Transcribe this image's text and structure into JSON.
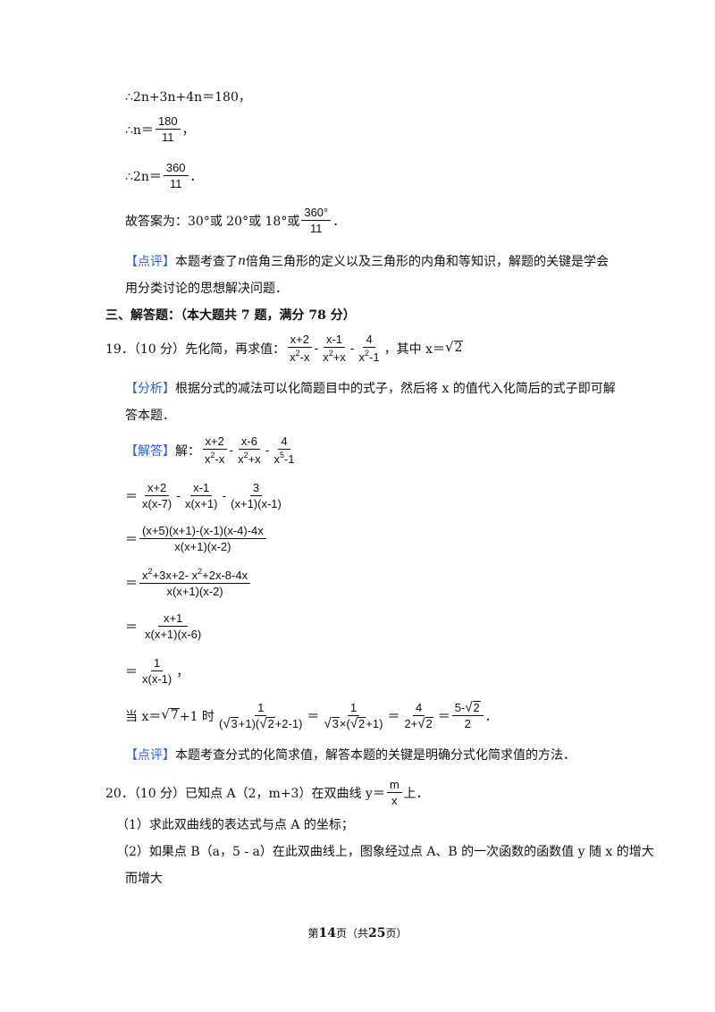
{
  "s18": {
    "eq1": "∴2n+3n+4n＝180，",
    "eq2_lhs": "∴n＝",
    "eq2_num": "180",
    "eq2_den": "11",
    "eq2_tail": "，",
    "eq3_lhs": "∴2n＝",
    "eq3_num": "360",
    "eq3_den": "11",
    "eq3_tail": "．",
    "ans_prefix": "故答案为：30°或 20°或 18°或",
    "ans_num": "360°",
    "ans_den": "11",
    "ans_tail": "．",
    "review_tag": "【点评】",
    "review_1a": "本题考查了 ",
    "review_1n": "n",
    "review_1b": " 倍角三角形的定义以及三角形的内角和等知识，解题的关键是学会",
    "review_2": "用分类讨论的思想解决问题．"
  },
  "section3": "三、解答题：（本大题共 7 题，满分 78 分）",
  "q19": {
    "head": "19．（10 分）先化简，再求值：",
    "f1n": "x+2",
    "f1d_a": "x",
    "f1d_b": "-x",
    "f2n": "x-1",
    "f2d_a": "x",
    "f2d_b": "+x",
    "f3n": "4",
    "f3d_a": "x",
    "f3d_b": "-1",
    "sup2": "2",
    "cond": "，其中 x＝",
    "cond_rad": "2",
    "analysis_tag": "【分析】",
    "analysis_1": "根据分式的减法可以化简题目中的式子，然后将 x 的值代入化简后的式子即可解",
    "analysis_2": "答本题．",
    "sol_tag": "【解答】",
    "sol_label": "解：",
    "s1n": "x+2",
    "s1d_a": "x",
    "s1d_b": "-x",
    "s2n": "x-6",
    "s2d_a": "x",
    "s2d_b": "+x",
    "s3n": "4",
    "s3d_a": "x",
    "s3d_b": "-1",
    "s3sup": "5",
    "r1_eq": "＝",
    "r1a_n": "x+2",
    "r1a_d": "x(x-7)",
    "r1b_n": "x-1",
    "r1b_d": "x(x+1)",
    "r1c_n": "3",
    "r1c_d": "(x+1)(x-1)",
    "r2_n": "(x+5)(x+1)-(x-1)(x-4)-4x",
    "r2_d": "x(x+1)(x-2)",
    "r3_n_a": "x",
    "r3_n_b": "+3x+2- x",
    "r3_n_c": "+2x-8-4x",
    "r3_d": "x(x+1)(x-2)",
    "r4_n": "x+1",
    "r4_d": "x(x+1)(x-6)",
    "r5_n": "1",
    "r5_d": "x(x-1)",
    "r5_tail": "，",
    "final_a": "当 x＝",
    "final_rad7": "7",
    "final_b": "+1 时",
    "fa_n": "1",
    "fa_d1": "(",
    "fa_d_rad3": "3",
    "fa_d2": "+1)(",
    "fa_d_rad2": "2",
    "fa_d3": "+2-1)",
    "fb_n": "1",
    "fb_d_rad3": "3",
    "fb_d_mid": "×(",
    "fb_d_rad2": "2",
    "fb_d_end": "+1)",
    "fc_n": "4",
    "fc_d_a": "2+",
    "fc_d_rad": "2",
    "fd_n_a": "5-",
    "fd_n_rad": "2",
    "fd_d": "2",
    "final_tail": "．",
    "review_tag": "【点评】",
    "review": "本题考查分式的化简求值，解答本题的关键是明确分式化简求值的方法．"
  },
  "q20": {
    "head_a": "20．（10 分）已知点 A（2，m+3）在双曲线 y＝",
    "frac_n": "m",
    "frac_d": "x",
    "head_b": "上．",
    "p1": "（1）求此双曲线的表达式与点 A 的坐标；",
    "p2": "（2）如果点 B（a，5 - a）在此双曲线上，图象经过点 A、B 的一次函数的函数值 y 随 x 的增大",
    "p3": "而增大"
  },
  "footer": {
    "a": "第",
    "page": "14",
    "b": "页（共",
    "total": "25",
    "c": "页）"
  }
}
